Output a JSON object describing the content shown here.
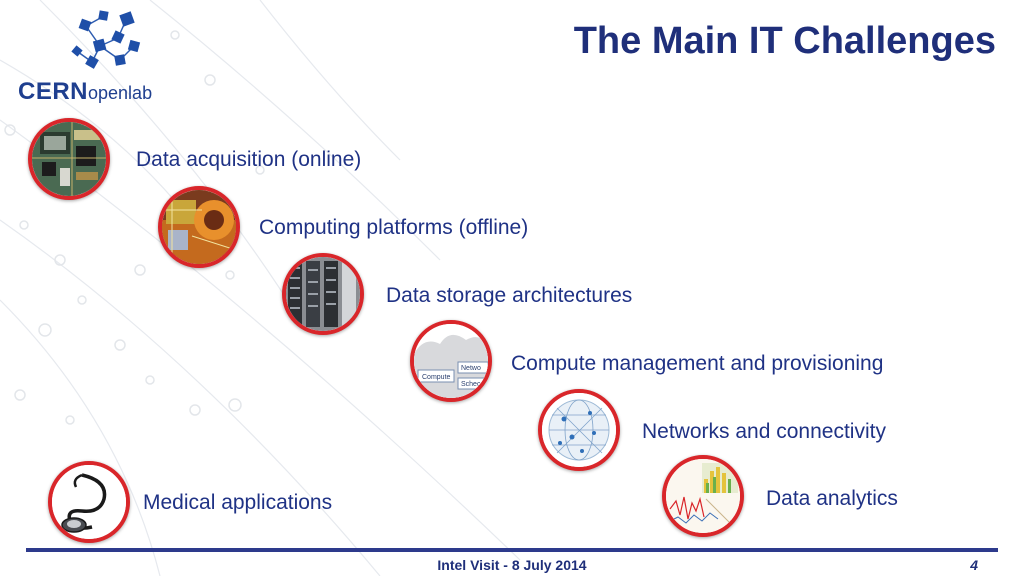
{
  "slide": {
    "title": "The Main IT Challenges",
    "logo": {
      "main": "CERN",
      "sub": "openlab"
    },
    "items": [
      {
        "label": "Data acquisition (online)",
        "icon": "circuit-board-photo"
      },
      {
        "label": "Computing platforms (offline)",
        "icon": "detector-photo"
      },
      {
        "label": "Data storage architectures",
        "icon": "server-racks-photo"
      },
      {
        "label": "Compute management and provisioning",
        "icon": "cloud-diagram",
        "thumb_texts": [
          "Netwo",
          "Compute",
          "Schec"
        ]
      },
      {
        "label": "Networks and connectivity",
        "icon": "network-globe"
      },
      {
        "label": "Data analytics",
        "icon": "analytics-chart"
      },
      {
        "label": "Medical applications",
        "icon": "stethoscope"
      }
    ],
    "footer": "Intel Visit - 8 July 2014",
    "page_number": "4",
    "colors": {
      "title": "#1f2f7a",
      "ring": "#d9262a",
      "footer_line": "#2d3a8c",
      "label": "#1f3285"
    }
  }
}
